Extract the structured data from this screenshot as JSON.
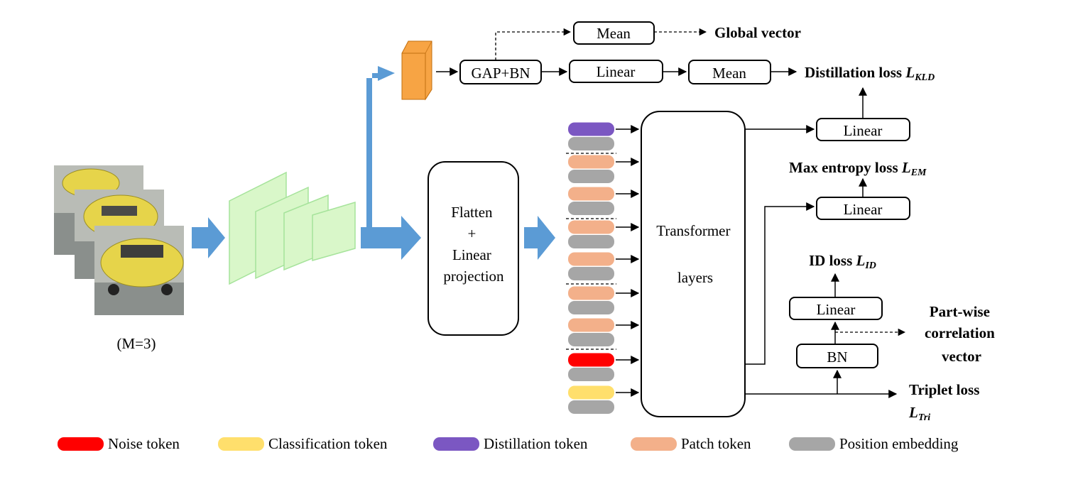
{
  "inputs": {
    "caption": "(M=3)",
    "image_count": 3
  },
  "projection_box": {
    "lines": [
      "Flatten",
      "+",
      "Linear",
      "projection"
    ]
  },
  "transformer_box": {
    "lines": [
      "Transformer",
      "layers"
    ]
  },
  "top_branch": {
    "gap_bn": "GAP+BN",
    "linear": "Linear",
    "mean_upper": "Mean",
    "mean_lower": "Mean",
    "global_vector": "Global vector",
    "distillation_loss": {
      "text": "Distillation loss ",
      "var": "L",
      "sub": "KLD"
    }
  },
  "right_heads": {
    "linear_kld": "Linear",
    "max_entropy_loss": {
      "text": "Max entropy loss ",
      "var": "L",
      "sub": "EM"
    },
    "linear_em": "Linear",
    "id_loss": {
      "text": "ID loss ",
      "var": "L",
      "sub": "ID"
    },
    "linear_id": "Linear",
    "bn": "BN",
    "partwise": [
      "Part-wise",
      "correlation",
      "vector"
    ],
    "triplet_loss": {
      "text": "Triplet loss",
      "var": "L",
      "sub": "Tri"
    }
  },
  "tokens": [
    {
      "type": "distillation"
    },
    {
      "type": "patch"
    },
    {
      "type": "patch"
    },
    {
      "type": "patch"
    },
    {
      "type": "patch"
    },
    {
      "type": "patch"
    },
    {
      "type": "patch"
    },
    {
      "type": "noise"
    },
    {
      "type": "classification"
    }
  ],
  "colors": {
    "noise": "#ff0000",
    "classification": "#ffdf6c",
    "distillation": "#7b57c2",
    "patch": "#f3b08a",
    "position": "#a6a6a6",
    "blue_arrow": "#5b9bd5",
    "cnn_block_fill": "#d9f7c9",
    "cnn_block_stroke": "#a6e39b",
    "feature_map": "#f7a444",
    "feature_map_stroke": "#c26f10",
    "car_yellow": "#e6d44a",
    "road_gray": "#8a8f8c"
  },
  "legend": [
    {
      "key": "noise",
      "label": "Noise token"
    },
    {
      "key": "classification",
      "label": "Classification token"
    },
    {
      "key": "distillation",
      "label": "Distillation token"
    },
    {
      "key": "patch",
      "label": "Patch token"
    },
    {
      "key": "position",
      "label": "Position embedding"
    }
  ]
}
